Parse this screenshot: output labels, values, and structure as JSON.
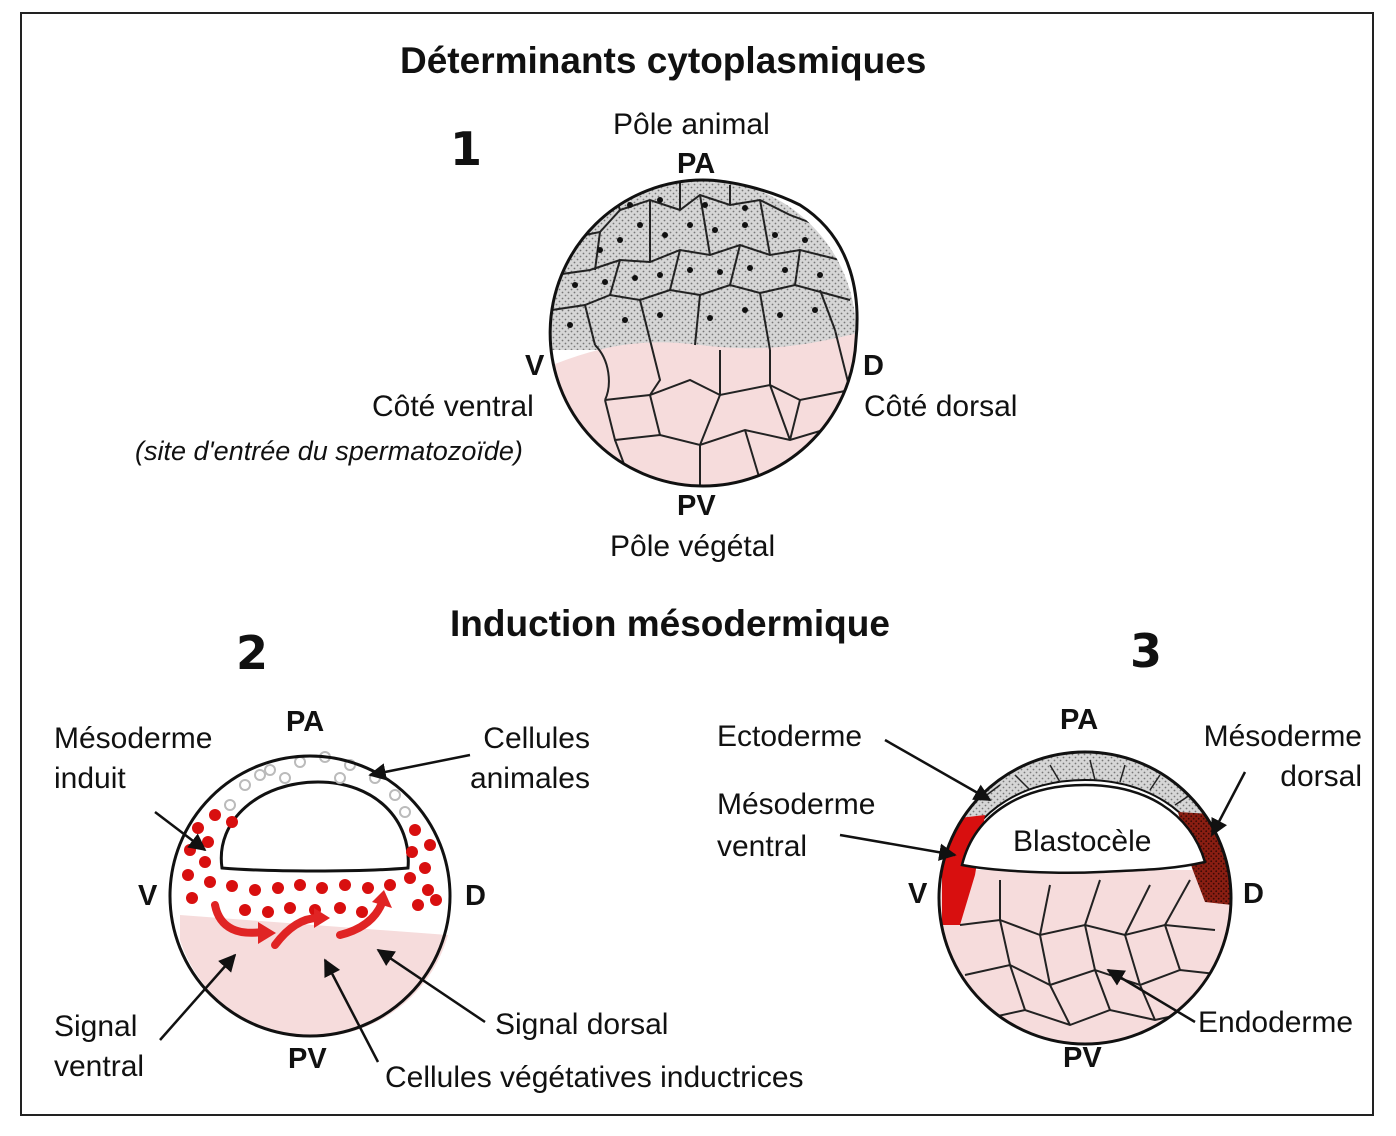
{
  "section1": {
    "title": "Déterminants cytoplasmiques",
    "number": "1",
    "animal_pole": "Pôle animal",
    "pa": "PA",
    "v": "V",
    "ventral_side": "Côté ventral",
    "sperm_entry": "(site d'entrée du spermatozoïde)",
    "d": "D",
    "dorsal_side": "Côté dorsal",
    "pv": "PV",
    "vegetal_pole": "Pôle végétal"
  },
  "section2": {
    "title": "Induction mésodermique",
    "number": "2",
    "pa": "PA",
    "induced_mesoderm": [
      "Mésoderme",
      "induit"
    ],
    "animal_cells": [
      "Cellules",
      "animales"
    ],
    "v": "V",
    "d": "D",
    "ventral_signal": [
      "Signal",
      "ventral"
    ],
    "dorsal_signal": "Signal dorsal",
    "pv": "PV",
    "inducing_vegetal_cells": "Cellules végétatives inductrices"
  },
  "section3": {
    "number": "3",
    "pa": "PA",
    "ectoderm": "Ectoderme",
    "dorsal_mesoderm": [
      "Mésoderme",
      "dorsal"
    ],
    "ventral_mesoderm": [
      "Mésoderme",
      "ventral"
    ],
    "blastocoel": "Blastocèle",
    "v": "V",
    "d": "D",
    "endoderm": "Endoderme",
    "pv": "PV"
  },
  "colors": {
    "vegetal_pink": "#f6dcdc",
    "stipple_gray": "#c9c9c9",
    "mesoderm_red": "#d80f0f",
    "dorsal_mesoderm_dark": "#8a1e12"
  }
}
